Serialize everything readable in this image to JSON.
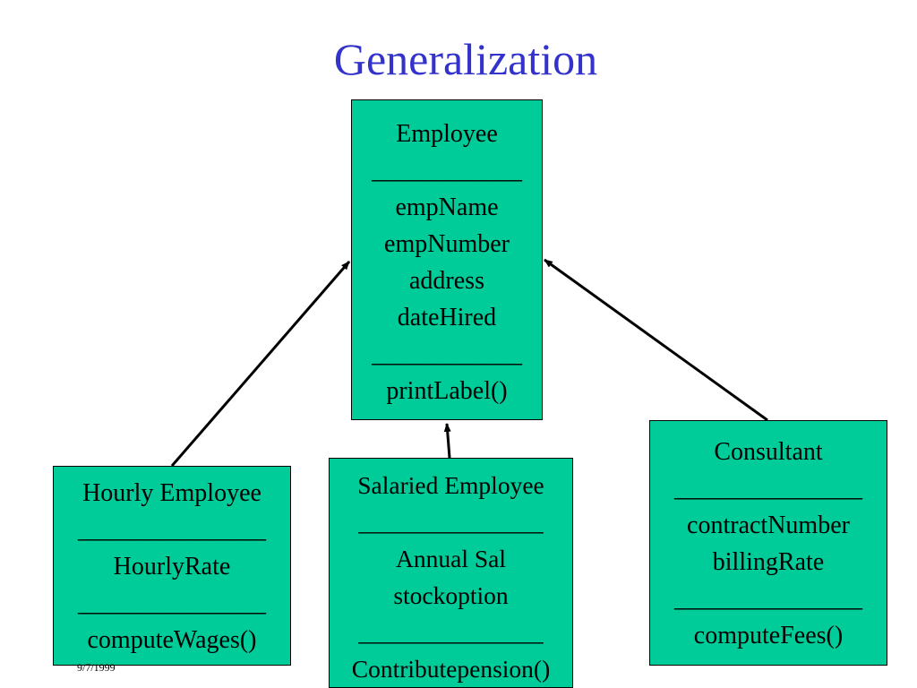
{
  "title": "Generalization",
  "footer_date": "9/7/1999",
  "classes": {
    "employee": {
      "name": "Employee",
      "separator": "____________",
      "attributes": [
        "empName",
        "empNumber",
        "address",
        "dateHired"
      ],
      "methods": [
        "printLabel()"
      ]
    },
    "hourly": {
      "name": "Hourly Employee",
      "separator": "_______________",
      "attributes": [
        "HourlyRate"
      ],
      "methods": [
        "computeWages()"
      ]
    },
    "salaried": {
      "name": "Salaried Employee",
      "separator": "_______________",
      "attributes": [
        "Annual Sal",
        "stockoption"
      ],
      "methods": [
        "Contributepension()"
      ]
    },
    "consultant": {
      "name": "Consultant",
      "separator": "_______________",
      "attributes": [
        "contractNumber",
        "billingRate"
      ],
      "methods": [
        "computeFees()"
      ]
    }
  },
  "colors": {
    "title": "#3333cc",
    "box_fill": "#00cc99",
    "box_border": "#000000",
    "arrow": "#000000"
  }
}
